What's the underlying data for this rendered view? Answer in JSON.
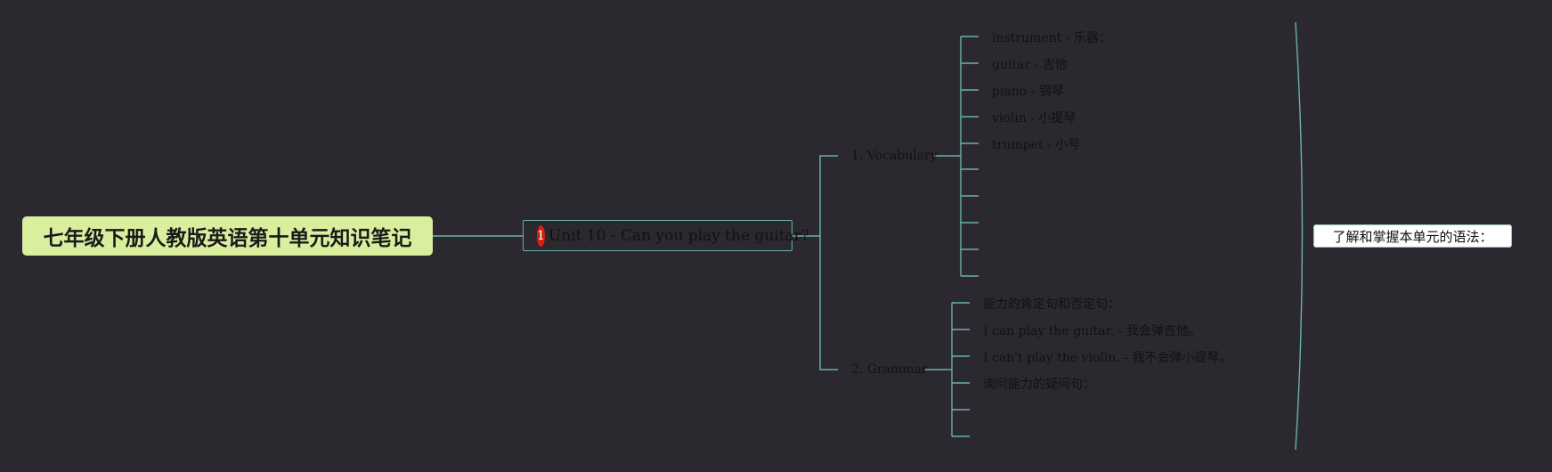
{
  "root": {
    "title": "七年级下册人教版英语第十单元知识笔记"
  },
  "main": {
    "badge": "1",
    "title": "Unit 10 - Can you play the guitar?"
  },
  "vocabulary": {
    "label": "1. Vocabulary",
    "items": [
      "instrument - 乐器：",
      "guitar - 吉他",
      "piano - 钢琴",
      "violin - 小提琴",
      "trumpet - 小号",
      "",
      "",
      "",
      "",
      ""
    ]
  },
  "grammar": {
    "label": "2. Grammar",
    "items": [
      "能力的肯定句和否定句：",
      "I can play the guitar. - 我会弹吉他。",
      "I can't play the violin. - 我不会弹小提琴。",
      "询问能力的疑问句：",
      "",
      ""
    ]
  },
  "summary": {
    "text": "了解和掌握本单元的语法："
  },
  "colors": {
    "background": "#2c2830",
    "root_fill": "#d9ef9e",
    "connector": "#67b3ad",
    "badge": "#d72010"
  }
}
